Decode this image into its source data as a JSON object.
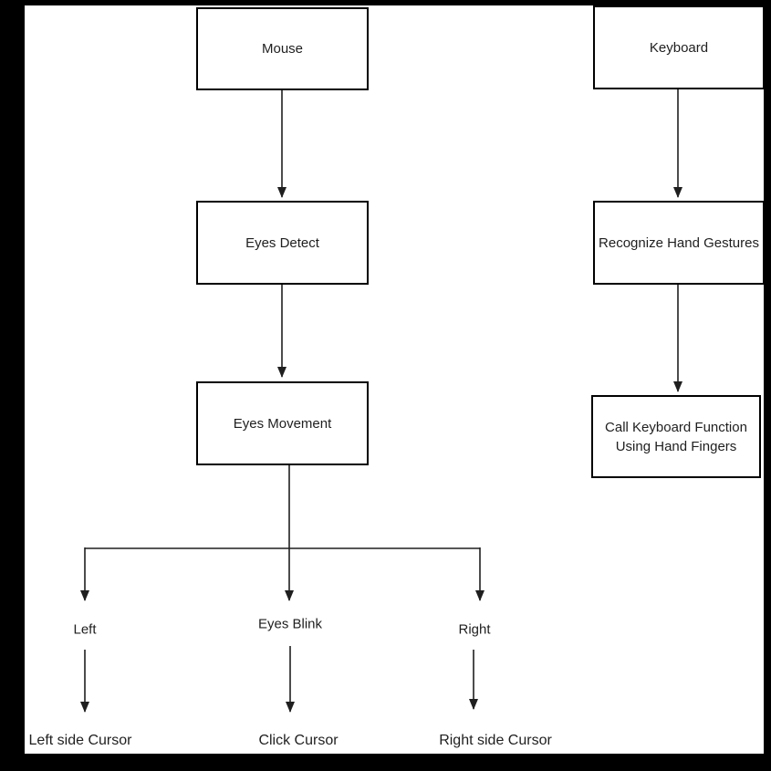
{
  "diagram": {
    "boxes": {
      "mouse": "Mouse",
      "eyes_detect": "Eyes Detect",
      "eyes_movement": "Eyes Movement",
      "keyboard": "Keyboard",
      "recognize_hand_gestures": "Recognize Hand Gestures",
      "call_keyboard_function": "Call Keyboard Function Using Hand Fingers"
    },
    "labels": {
      "left": "Left",
      "eyes_blink": "Eyes Blink",
      "right": "Right",
      "left_side_cursor": "Left side Cursor",
      "click_cursor": "Click Cursor",
      "right_side_cursor": "Right side Cursor"
    },
    "colors": {
      "canvas": "#ffffff",
      "frame": "#000000",
      "box_border": "#000000",
      "box_fill": "#ffffff",
      "text": "#1f1f1f",
      "connector": "#1f1f1f"
    }
  }
}
